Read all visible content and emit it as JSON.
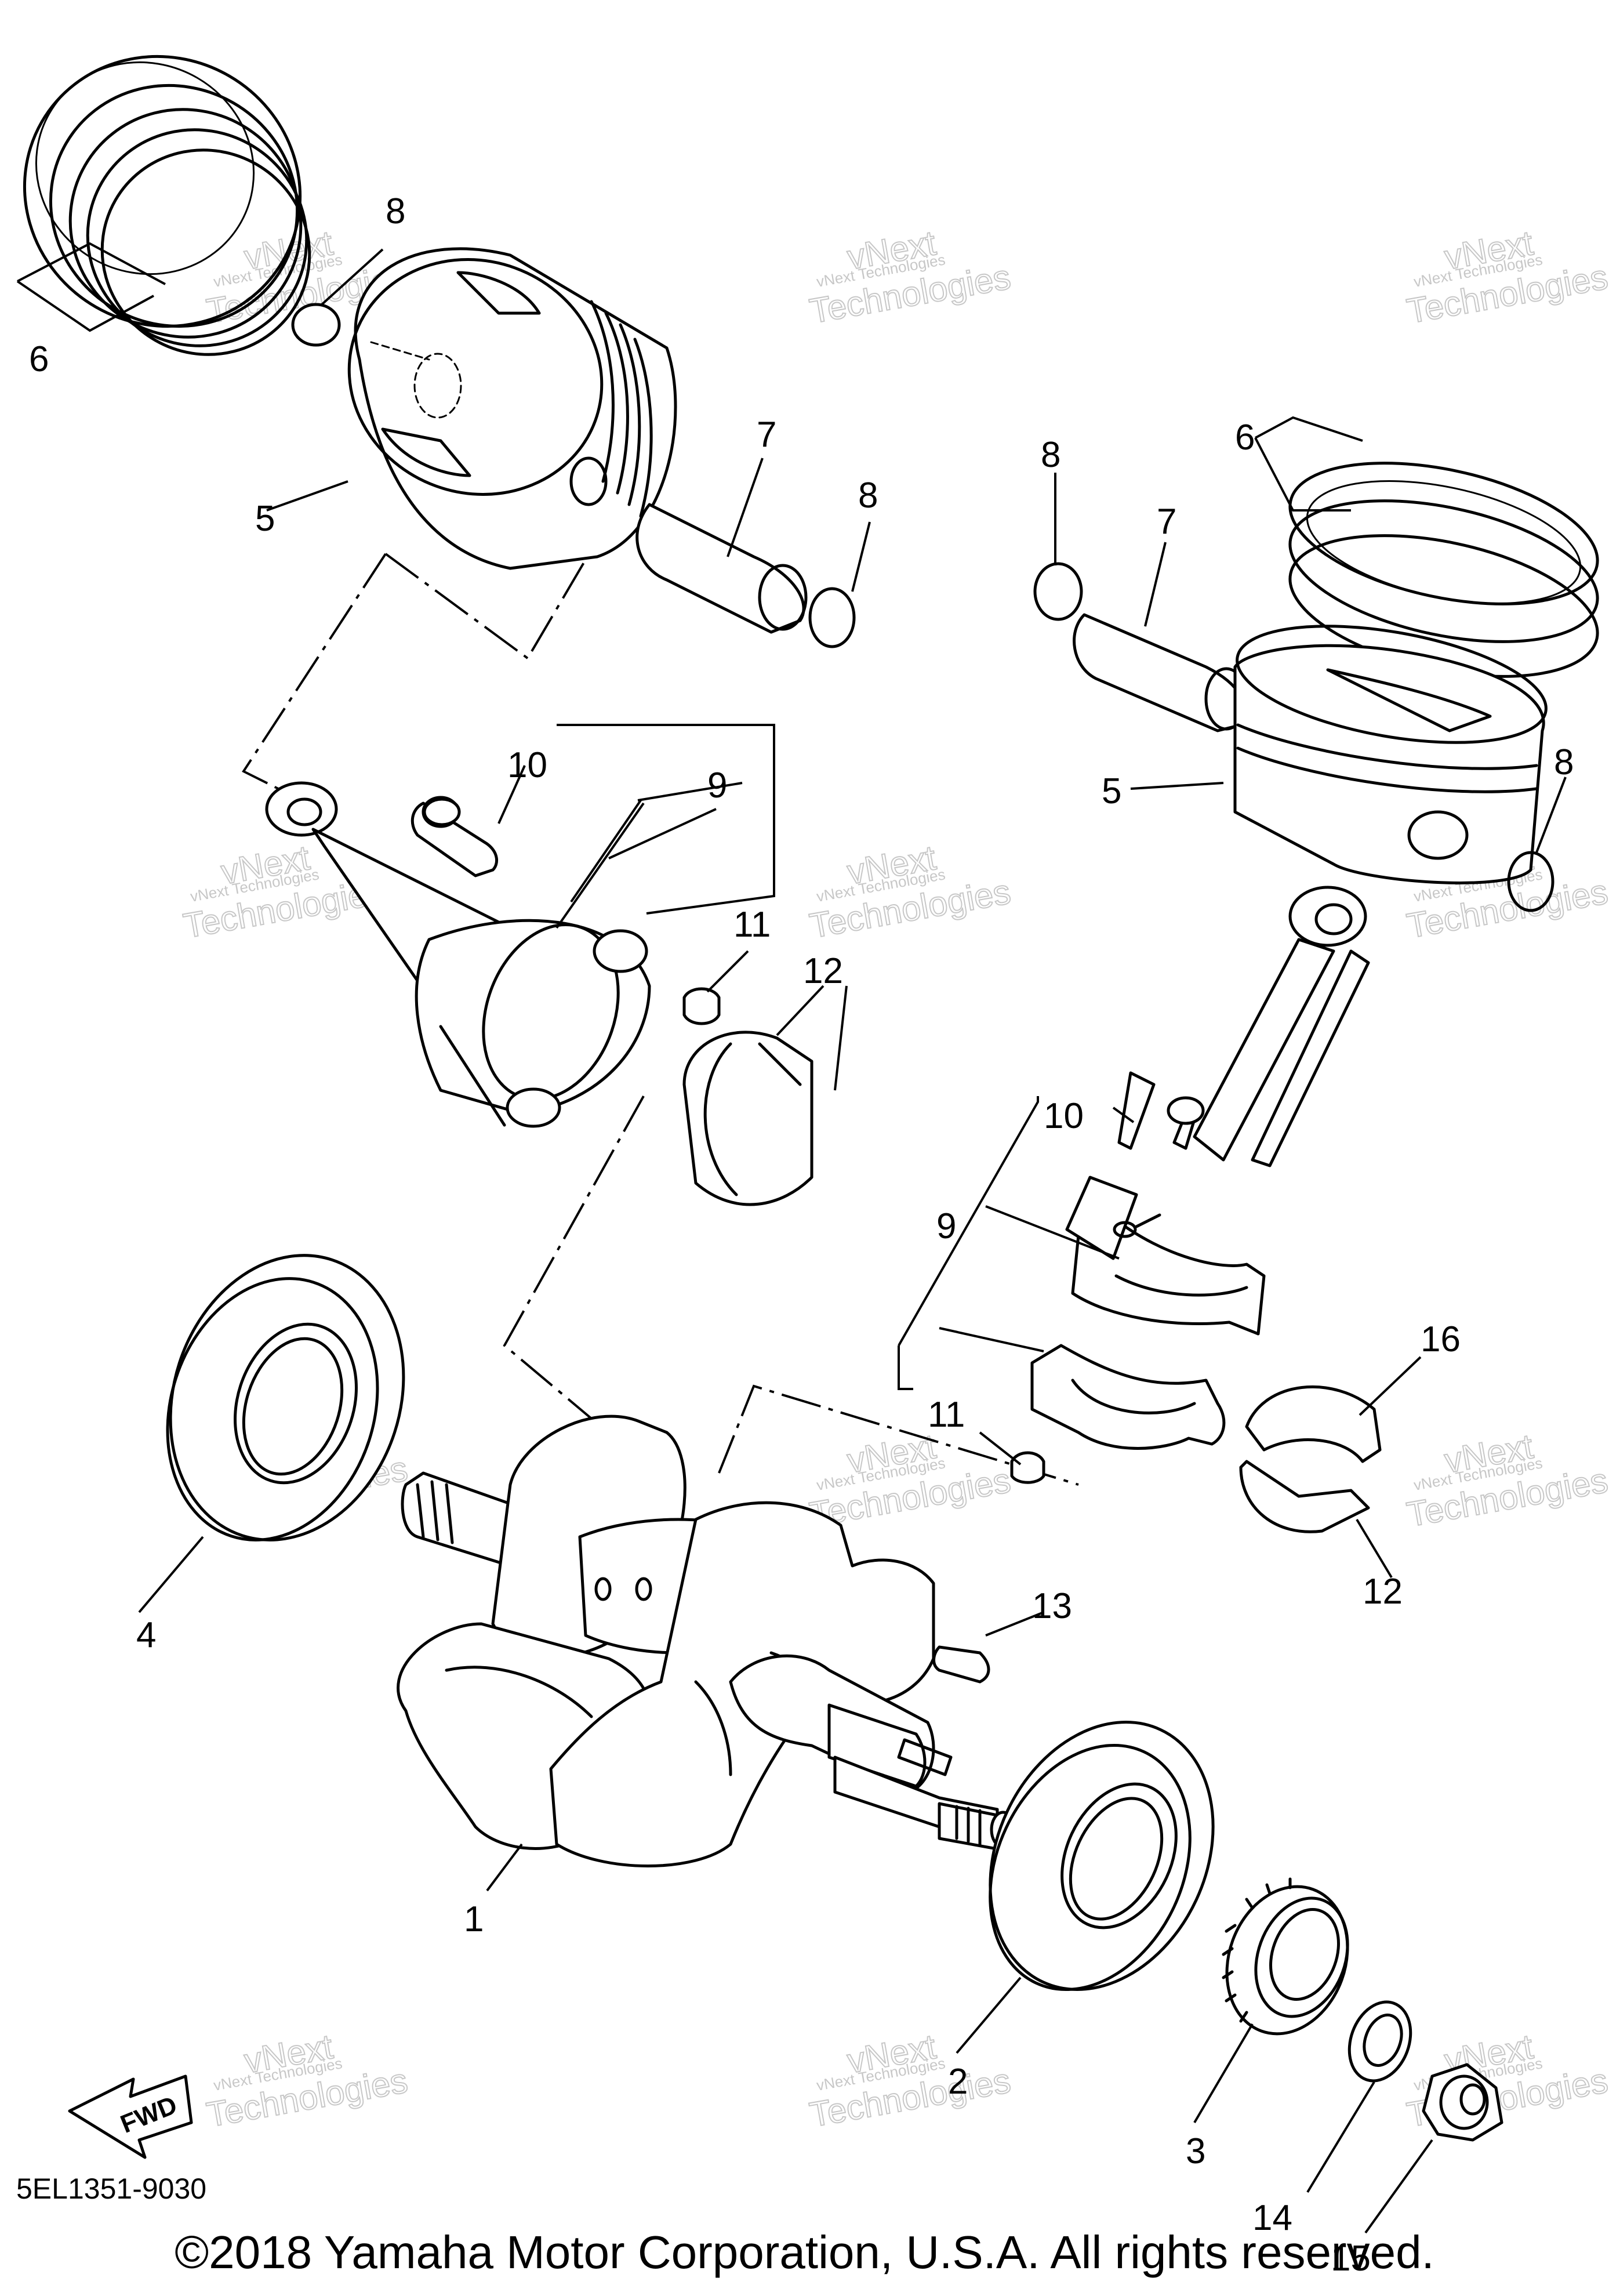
{
  "diagram": {
    "part_code": "5EL1351-9030",
    "copyright": "©2018 Yamaha Motor Corporation, U.S.A. All rights reserved.",
    "fwd_label": "FWD",
    "watermark_line1": "vNext Technologies",
    "watermark_line2": "vNext",
    "watermark_line3": "Technologies",
    "callouts": {
      "c1": "1",
      "c2": "2",
      "c3": "3",
      "c4": "4",
      "c5a": "5",
      "c5b": "5",
      "c6a": "6",
      "c6b": "6",
      "c7a": "7",
      "c7b": "7",
      "c8a": "8",
      "c8b": "8",
      "c8c": "8",
      "c8d": "8",
      "c9a": "9",
      "c9b": "9",
      "c10a": "10",
      "c10b": "10",
      "c11a": "11",
      "c11b": "11",
      "c12a": "12",
      "c12b": "12",
      "c13": "13",
      "c14": "14",
      "c15": "15",
      "c16": "16"
    }
  }
}
